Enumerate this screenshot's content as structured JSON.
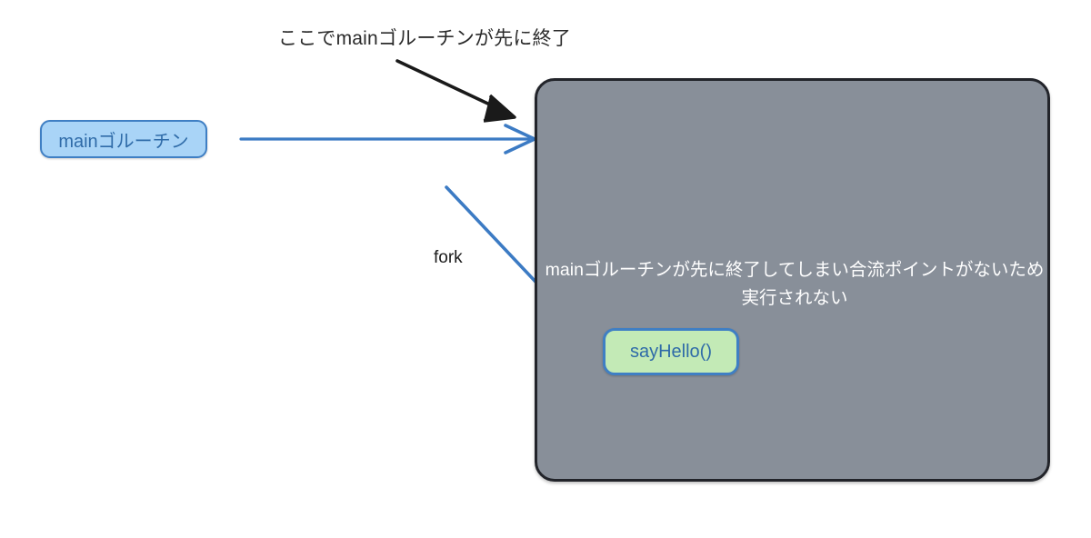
{
  "diagram": {
    "title_annotation": "ここでmainゴルーチンが先に終了",
    "fork_label": "fork",
    "goroutine_box": {
      "label": "mainゴルーチン",
      "fill_color": "#a9d4f7",
      "border_color": "#3f7fc4",
      "text_color": "#2f6ba8"
    },
    "container": {
      "note": "mainゴルーチンが先に終了してしまい合流ポイントがないため実行されない",
      "fill_color": "#888f99",
      "border_color": "#22242a",
      "text_color": "#ffffff"
    },
    "sayhello_box": {
      "label": "sayHello()",
      "fill_color": "#c3eab6",
      "border_color": "#3f7fc4",
      "text_color": "#2f6ba8"
    },
    "arrows": {
      "main_flow_color": "#3c7bc4",
      "annotation_color": "#1a1a1a",
      "fork_color": "#3c7bc4"
    }
  }
}
